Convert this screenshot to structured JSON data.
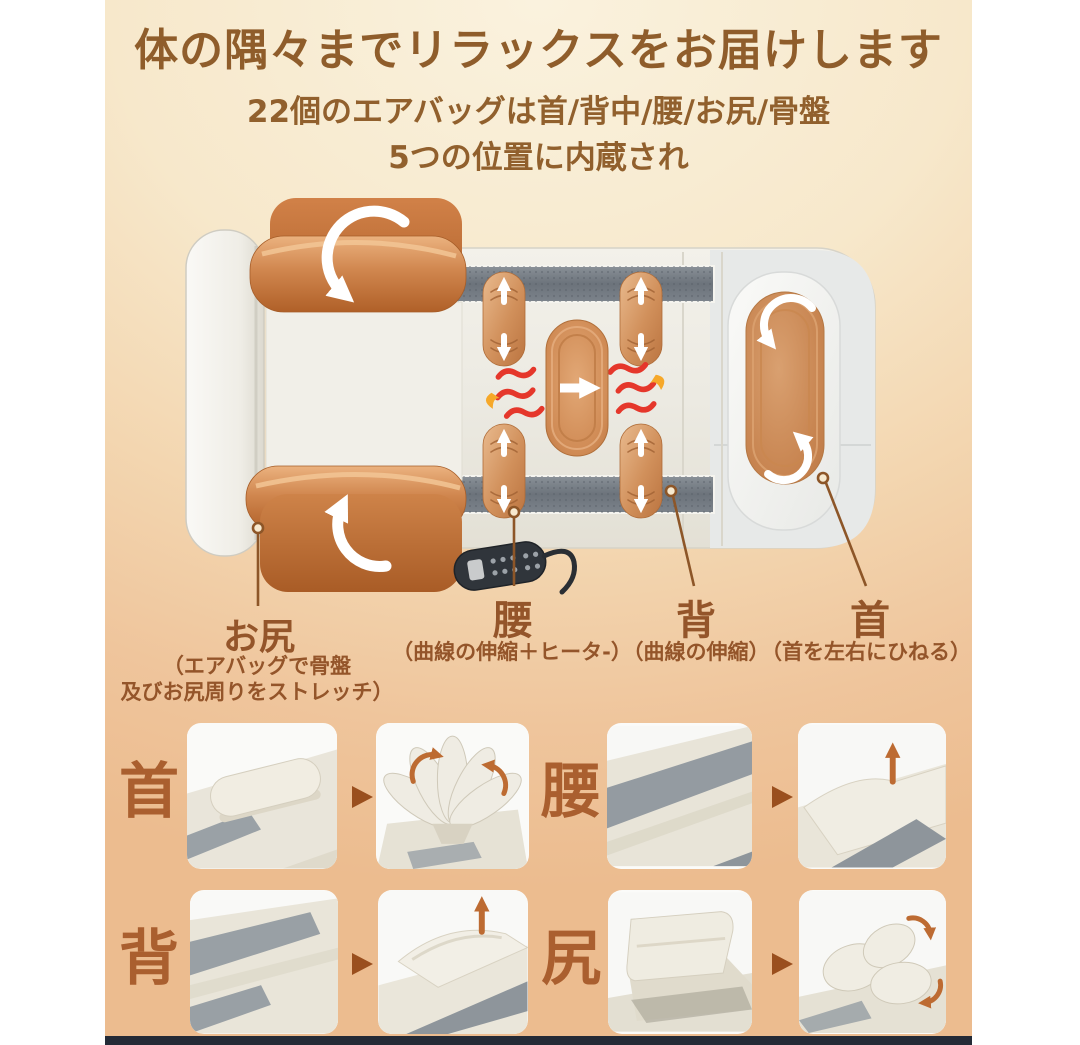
{
  "header": {
    "title": "体の隅々までリラックスをお届けします",
    "subtitle_line1": "22個のエアバッグは首/背中/腰/お尻/骨盤",
    "subtitle_line2": "5つの位置に内蔵され"
  },
  "diagram": {
    "callouts": {
      "hip": {
        "label": "お尻",
        "desc_line1": "（エアバッグで骨盤",
        "desc_line2": "及びお尻周りをストレッチ）"
      },
      "waist": {
        "label": "腰",
        "desc": "（曲線の伸縮＋ヒータ-）"
      },
      "back": {
        "label": "背",
        "desc": "（曲線の伸縮）"
      },
      "neck": {
        "label": "首",
        "desc": "（首を左右にひねる）"
      }
    },
    "icons": {
      "rotate_arrow": "rotate-arrow-icon",
      "expand_arrow": "expand-arrow-icon",
      "heat_waves": "heat-waves-icon",
      "right_arrow": "right-arrow-icon",
      "remote": "remote-control"
    }
  },
  "gallery": {
    "groups": [
      {
        "id": "neck",
        "label": "首"
      },
      {
        "id": "waist",
        "label": "腰"
      },
      {
        "id": "back",
        "label": "背"
      },
      {
        "id": "hip",
        "label": "尻"
      }
    ],
    "step_arrow_icon": "next-arrow-icon"
  },
  "colors": {
    "background_top": "#FAF2DE",
    "background_bottom": "#ECBC8F",
    "heading_brown": "#8F5D2B",
    "callout_brown": "#94552A",
    "gallery_kanji_brown": "#AA5F2F",
    "airbag_orange": "#C97B43",
    "mat_ivory": "#EDEBE3",
    "mesh_gray": "#787E85",
    "heat_red": "#E5372B",
    "flame_yellow": "#F6A829",
    "footer_strip": "#242A36",
    "arrow_white": "#FFFFFF"
  }
}
